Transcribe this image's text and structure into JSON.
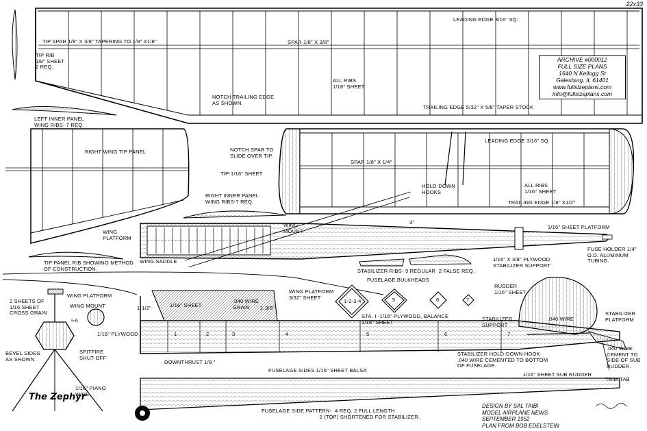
{
  "plan_code": "22x33",
  "archive": {
    "line1": "ARCHIVE #000012",
    "line2": "FULL SIZE PLANS",
    "line3": "1640 N Kellogg St",
    "line4": "Galesburg, IL 61401",
    "line5": "www.fullsizeplans.com",
    "line6": "info@fullsizeplans.com"
  },
  "title": "The Zephyr",
  "credits": {
    "design": "DESIGN BY SAL TAIBI",
    "magazine": "MODEL AIRPLANE NEWS",
    "date": "SEPTEMBER 1952",
    "plan_from": "PLAN FROM BOB EDELSTEIN"
  },
  "labels": {
    "tip_spar": "TIP SPAR 1/8\" X 3/8\" TAPERING TO 1/8\" X1/8\"",
    "leading_edge_top": "LEADING EDGE 3/16\" SQ.",
    "spar_top": "SPAR 1/8\" X 3/8\"",
    "tip_rib": "TIP RIB\n1/8\" SHEET\n2 REQ.",
    "all_ribs_top": "ALL RIBS\n1/16\" SHEET",
    "notch_trailing": "NOTCH TRAILING EDGE\nAS SHOWN.",
    "trailing_edge_top": "TRAILING EDGE 5/32\" X 5/8\" TAPER STOCK",
    "left_inner_panel": "LEFT INNER PANEL\nWING RIBS- 7 REQ.",
    "right_wing_tip": "RIGHT WING TIP PANEL",
    "notch_spar": "NOTCH SPAR TO\nSLIDE OVER TIP",
    "tip_sheet": "TIP-1/16\" SHEET",
    "leading_edge_stab": "LEADING EDGE 3/16\" SQ.",
    "spar_stab": "SPAR 1/8\" X 1/4\"",
    "hold_down_hooks": "HOLD-DOWN\nHOOKS",
    "all_ribs_stab": "ALL RIBS\n1/16\" SHEET",
    "trailing_edge_stab": "TRAILING EDGE 1/8\" X1/2\"",
    "right_inner_panel": "RIGHT INNER PANEL\nWING RIBS-7 REQ.",
    "wing_mount_top": "WING\nMOUNT",
    "wing_platform_side": "WING\nPLATFORM",
    "three_inch": "3\"",
    "sheet_platform": "1/16\" SHEET PLATFORM",
    "fuse_holder": "FUSE HOLDER 1/4\"\nO.D. ALUMINUM\nTUBING.",
    "wing_saddle": "WING SADDLE",
    "tip_panel_rib": "TIP PANEL RIB SHOWING METHOD\nOF CONSTRUCTION.",
    "plywood_support": "1/16\" X 3/8\" PLYWOOD\nSTABILIZER SUPPORT",
    "stab_ribs": "STABILIZER RIBS- 9 REGULAR  2 FALSE REQ.",
    "fuselage_bulkheads": "FUSELAGE BULKHEADS",
    "wing_platform_front": "WING PLATFORM",
    "wing_platform_sheet": "WING PLATFORM\n3/32\" SHEET",
    "one_half": "1-1/2\"",
    "sheet_116": "1/16\" SHEET",
    "wire_040_grain": ".040 WIRE\nGRAIN",
    "three_eighths": "1-3/8\"",
    "sta_plywood": "STA. I -1/16\" PLYWOOD, BALANCE\n1/16\" SHEET",
    "rudder": "RUDDER\n1/16\" SHEET",
    "two_sheets": "2 SHEETS OF\n1/16 SHEET\nCROSS GRAIN",
    "wing_mount_front": "WING MOUNT",
    "ia": "I-A",
    "plywood_116": "1/16\" PLYWOOD",
    "bevel_sides": "BEVEL SIDES\nAS SHOWN",
    "spitfire": "SPITFIRE\nSHUT-OFF",
    "piano_wire": "1/16\" PIANO\nWIRE.",
    "stab_support": "STABILIZER\nSUPPORT",
    "wire_040": ".040 WIRE",
    "stab_platform": "STABILIZER\nPLATFORM",
    "stab_hold_down": "STABILIZER HOLD-DOWN HOOK\n.040 WIRE CEMENTED TO BOTTOM\nOF FUSELAGE.",
    "wire_cement": ".040 WIRE\nCEMENT TO\nSIDE OF SUB\nRUDDER.",
    "downthrust": "DOWNTHRUST 1/8 \"",
    "fuselage_sides": "FUSELAGE SIDES 1/16\" SHEET BALSA",
    "sub_rudder": "1/16\" SHEET SUB RUDDER",
    "trim_tab": "TRIM TAB",
    "side_pattern": "FUSELAGE SIDE PATTERN-  4 REQ. 2 FULL LENGTH\n                                     2 (TOP) SHORTENED FOR STABILIZER.",
    "bulk_1234": "1-2-3-4",
    "bulk_5": "5",
    "bulk_6": "6",
    "bulk_7": "7",
    "sta_1": "1",
    "sta_2": "2",
    "sta_3": "3",
    "sta_4": "4",
    "sta_5": "5",
    "sta_6": "6",
    "sta_7": "7"
  }
}
